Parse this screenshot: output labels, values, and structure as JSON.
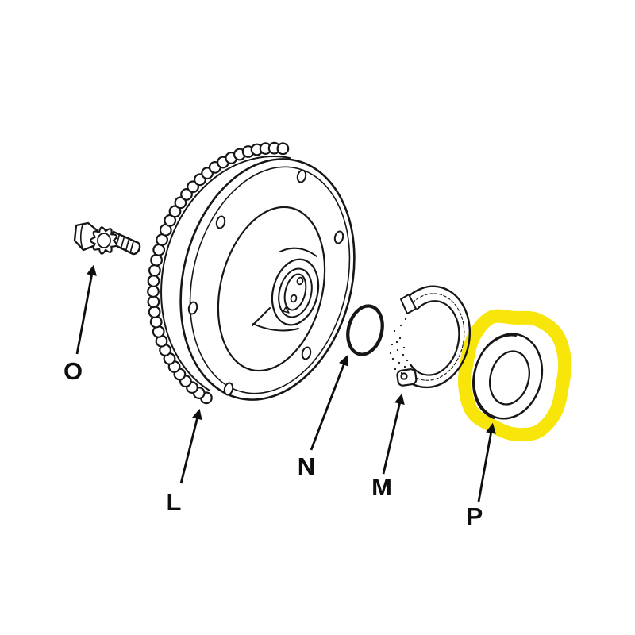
{
  "diagram": {
    "description": "exploded parts line drawing",
    "background_color": "#ffffff",
    "line_color": "#161616",
    "highlight": {
      "color": "#F8E509",
      "around_part": "P"
    },
    "parts": [
      {
        "label": "O"
      },
      {
        "label": "L"
      },
      {
        "label": "N"
      },
      {
        "label": "M"
      },
      {
        "label": "P"
      }
    ]
  }
}
